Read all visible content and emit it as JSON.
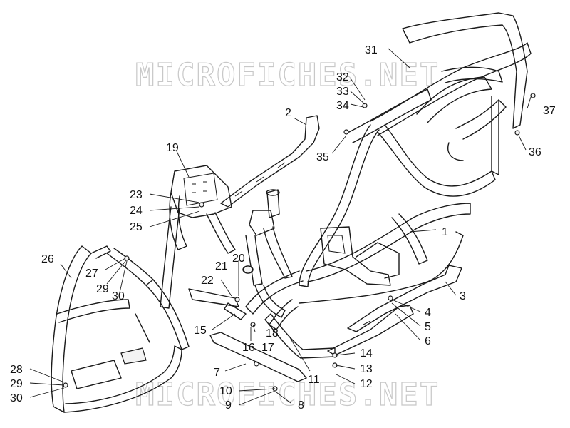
{
  "watermark": {
    "top": "MICROFICHES.NET",
    "bottom": "MICROFICHES.NET",
    "color": "#c8c8c8"
  },
  "callouts": [
    {
      "id": "c1",
      "label": "1"
    },
    {
      "id": "c2",
      "label": "2"
    },
    {
      "id": "c3",
      "label": "3"
    },
    {
      "id": "c4",
      "label": "4"
    },
    {
      "id": "c5",
      "label": "5"
    },
    {
      "id": "c6",
      "label": "6"
    },
    {
      "id": "c7",
      "label": "7"
    },
    {
      "id": "c8",
      "label": "8"
    },
    {
      "id": "c9",
      "label": "9"
    },
    {
      "id": "c10",
      "label": "10"
    },
    {
      "id": "c11",
      "label": "11"
    },
    {
      "id": "c12",
      "label": "12"
    },
    {
      "id": "c13",
      "label": "13"
    },
    {
      "id": "c14",
      "label": "14"
    },
    {
      "id": "c15",
      "label": "15"
    },
    {
      "id": "c16",
      "label": "16"
    },
    {
      "id": "c17",
      "label": "17"
    },
    {
      "id": "c18",
      "label": "18"
    },
    {
      "id": "c19",
      "label": "19"
    },
    {
      "id": "c20",
      "label": "20"
    },
    {
      "id": "c21",
      "label": "21"
    },
    {
      "id": "c22",
      "label": "22"
    },
    {
      "id": "c23",
      "label": "23"
    },
    {
      "id": "c24",
      "label": "24"
    },
    {
      "id": "c25",
      "label": "25"
    },
    {
      "id": "c26",
      "label": "26"
    },
    {
      "id": "c27",
      "label": "27"
    },
    {
      "id": "c29a",
      "label": "29"
    },
    {
      "id": "c30a",
      "label": "30"
    },
    {
      "id": "c28",
      "label": "28"
    },
    {
      "id": "c29b",
      "label": "29"
    },
    {
      "id": "c30b",
      "label": "30"
    },
    {
      "id": "c31",
      "label": "31"
    },
    {
      "id": "c32",
      "label": "32"
    },
    {
      "id": "c33",
      "label": "33"
    },
    {
      "id": "c34",
      "label": "34"
    },
    {
      "id": "c35",
      "label": "35"
    },
    {
      "id": "c36",
      "label": "36"
    },
    {
      "id": "c37",
      "label": "37"
    }
  ]
}
